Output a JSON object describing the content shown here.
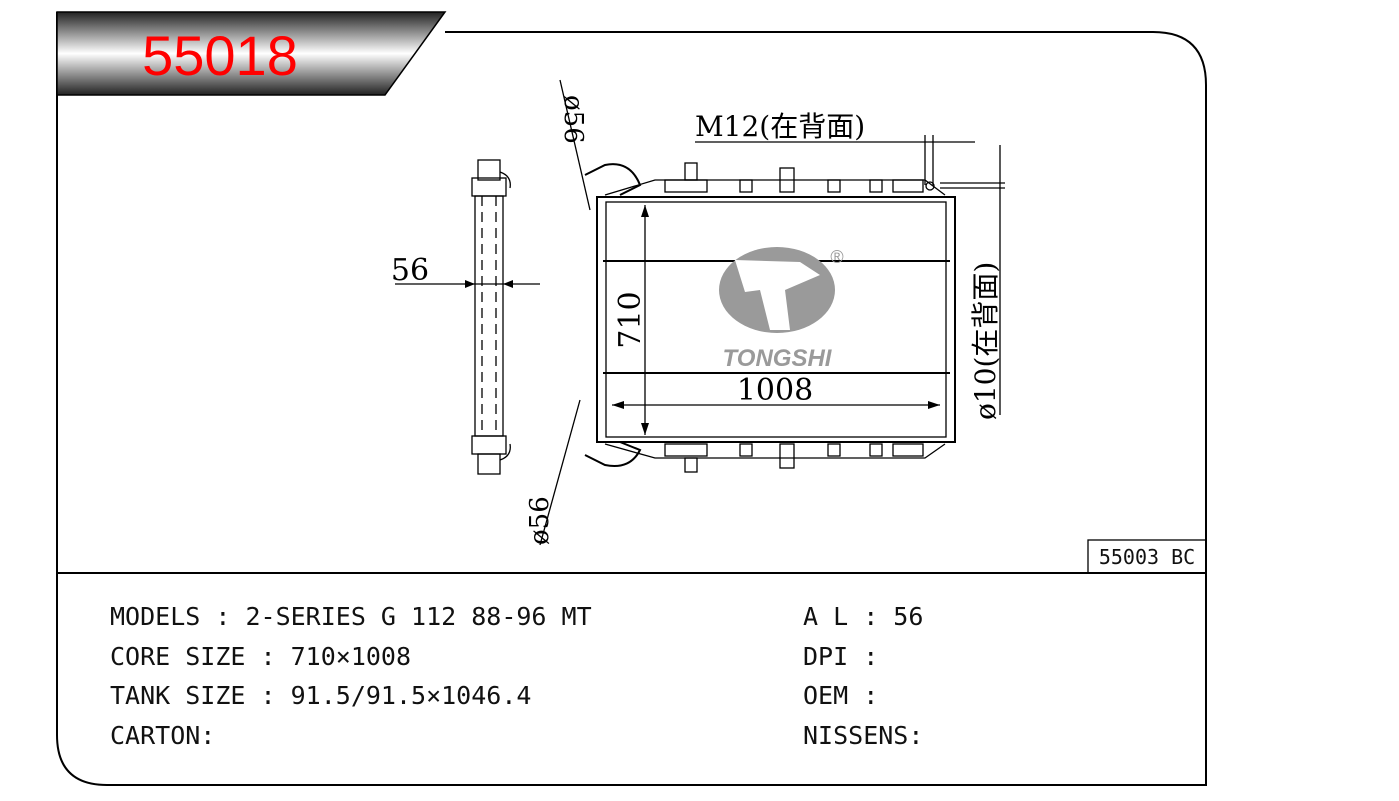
{
  "header": {
    "part_number": "55018"
  },
  "reference_code": "55003 BC",
  "drawing": {
    "dim_inlet": "ø56",
    "dim_outlet": "ø56",
    "dim_thickness": "56",
    "dim_height": "710",
    "dim_width": "1008",
    "dim_bolt": "M12(在背面)",
    "dim_hole": "ø10(在背面)",
    "logo_text": "TONGSHI",
    "logo_mark": "®"
  },
  "specs": {
    "left": [
      "MODELS : 2-SERIES G 112 88-96 MT",
      "CORE SIZE : 710×1008",
      "TANK SIZE : 91.5/91.5×1046.4",
      "CARTON:"
    ],
    "right": [
      "A L : 56",
      "DPI :",
      "OEM :",
      "NISSENS:"
    ]
  },
  "colors": {
    "part_number": "#ff0000",
    "logo": "#9a9a9a"
  }
}
